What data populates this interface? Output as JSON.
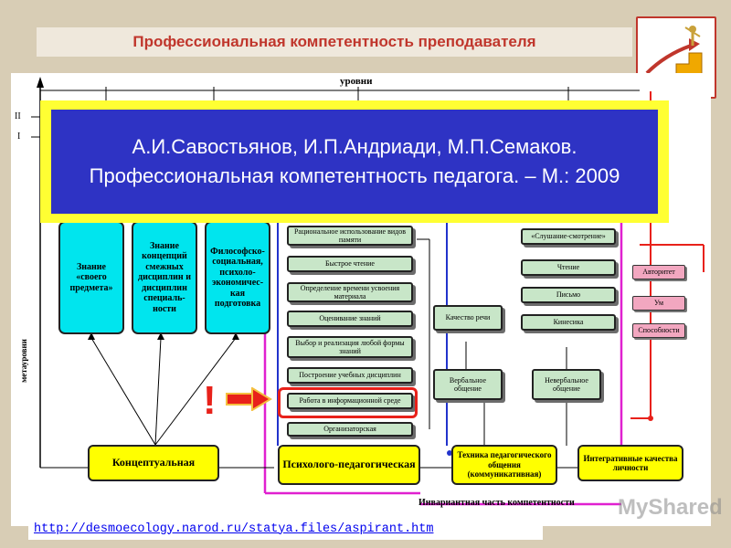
{
  "header": {
    "title": "Профессиональная компетентность преподавателя"
  },
  "axis": {
    "top_label": "уровни",
    "level_ii": "II",
    "level_i": "I",
    "side_label": "метауровни"
  },
  "citation": {
    "text": "А.И.Савостьянов, И.П.Андриади, М.П.Семаков. Профессиональная компетентность педагога. – М.: 2009"
  },
  "cyan_boxes": [
    {
      "text": "Знание «своего предмета»"
    },
    {
      "text": "Знание концепций смежных дисциплин и дисциплин специаль-ности"
    },
    {
      "text": "Философско-социальная, психоло-экономичес-кая подготовка"
    }
  ],
  "process_boxes": [
    {
      "text": "Рациональное использование видов памяти"
    },
    {
      "text": "Быстрое чтение"
    },
    {
      "text": "Определение времени усвоения материала"
    },
    {
      "text": "Оценивание знаний"
    },
    {
      "text": "Выбор и реализация любой формы знаний"
    },
    {
      "text": "Построение учебных дисциплин"
    },
    {
      "text": "Работа в информационной среде"
    },
    {
      "text": "Организаторская"
    }
  ],
  "middle_boxes": [
    {
      "text": "Качество речи"
    },
    {
      "text": "Вербальное общение"
    }
  ],
  "right_boxes": [
    {
      "text": "«Слушание-смотрение»"
    },
    {
      "text": "Чтение"
    },
    {
      "text": "Письмо"
    },
    {
      "text": "Кинесика"
    },
    {
      "text": "Невербальное общение"
    }
  ],
  "pink_boxes": [
    {
      "text": "Авторитет"
    },
    {
      "text": "Ум"
    },
    {
      "text": "Способности"
    }
  ],
  "yellow_boxes": [
    {
      "text": "Концептуальная"
    },
    {
      "text": "Психолого-педагогическая"
    },
    {
      "text": "Техника педагогического общения (коммуникативная)"
    },
    {
      "text": "Интегративные качества личности"
    }
  ],
  "bottom_label": "Инвариантная часть компетентности",
  "exclamation": "!",
  "link": {
    "url": "http://desmoecology.narod.ru/statya.files/aspirant.htm"
  },
  "watermark": "MyShared",
  "colors": {
    "accent_red": "#e8211a",
    "banner_blue": "#2e33c4",
    "banner_yellow": "#ffff33"
  }
}
